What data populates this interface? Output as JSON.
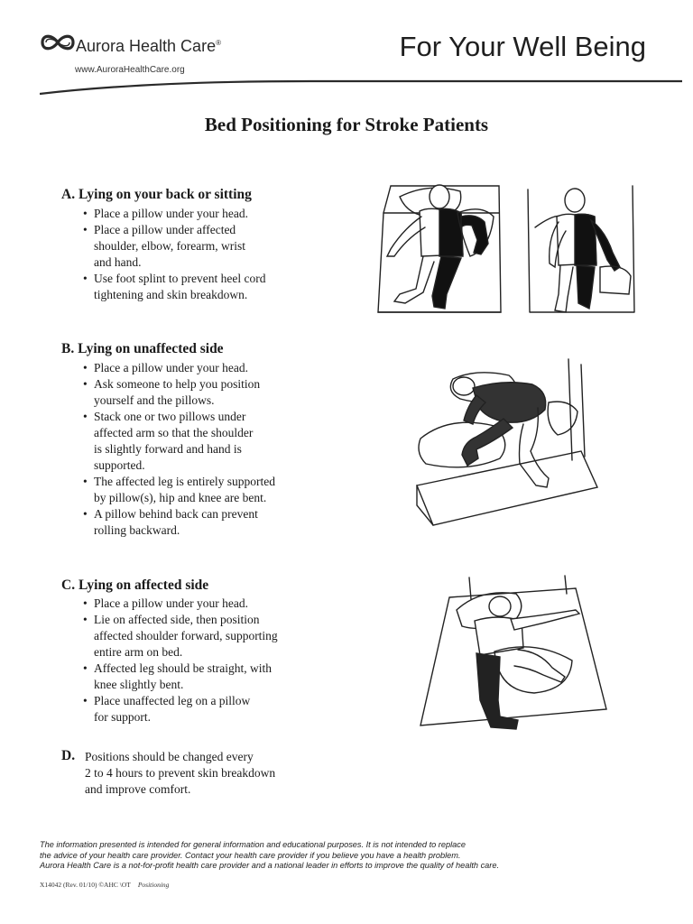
{
  "header": {
    "brand_name": "Aurora Health Care",
    "brand_mark": "®",
    "brand_url": "www.AuroraHealthCare.org",
    "tagline": "For Your Well Being"
  },
  "title": "Bed Positioning for Stroke Patients",
  "sections": [
    {
      "heading": "A. Lying on your back or sitting",
      "bullets": [
        "Place a pillow under your head.",
        "Place a pillow under affected\nshoulder, elbow, forearm, wrist\nand hand.",
        "Use foot splint to prevent heel cord\ntightening and skin breakdown."
      ],
      "illustration": "patient-lying-on-back-and-sitting-illustration"
    },
    {
      "heading": "B.  Lying on unaffected side",
      "bullets": [
        "Place a pillow under your head.",
        "Ask someone to help you position\nyourself and the pillows.",
        "Stack one or two pillows under\naffected arm so that the shoulder\nis slightly forward and hand is\nsupported.",
        "The affected leg is entirely supported\nby pillow(s), hip and knee are bent.",
        "A pillow behind back can prevent\nrolling backward."
      ],
      "illustration": "patient-lying-on-unaffected-side-illustration"
    },
    {
      "heading": "C.  Lying on affected side",
      "bullets": [
        "Place a pillow under your head.",
        "Lie on affected side, then position\naffected shoulder forward, supporting\nentire arm on bed.",
        "Affected leg should be straight, with\nknee slightly bent.",
        "Place unaffected leg on a pillow\nfor support."
      ],
      "illustration": "patient-lying-on-affected-side-illustration"
    }
  ],
  "note_d": {
    "letter": "D.",
    "text": "Positions should be changed every\n2 to 4 hours to prevent skin breakdown\nand improve comfort."
  },
  "disclaimer": [
    "The information presented is intended for general information and educational purposes. It is not intended to replace",
    "the advice of your health care provider. Contact your health care provider if you believe you have a health problem.",
    "Aurora Health Care is a not-for-profit health care provider and a national leader in efforts to improve the quality of health care."
  ],
  "footer": {
    "code": "X14042 (Rev. 01/10) ©AHC \\OT",
    "category": "Positioning"
  },
  "colors": {
    "text": "#1a1a1a",
    "limb_shading": "#111111"
  }
}
